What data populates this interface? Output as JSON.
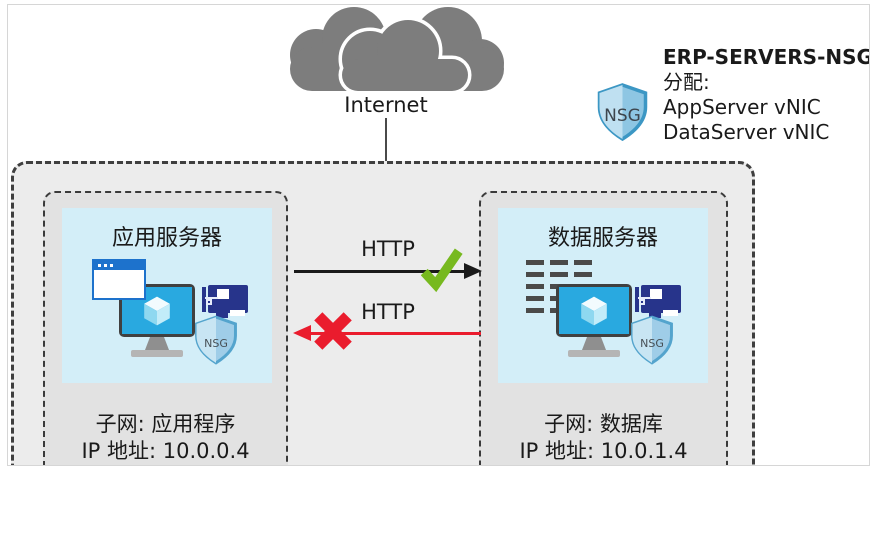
{
  "diagram": {
    "internet_label": "Internet",
    "nsg_callout": {
      "title": "ERP-SERVERS-NSG",
      "assigned_label": "分配:",
      "assignments": [
        "AppServer vNIC",
        "DataServer vNIC"
      ]
    },
    "shield_label": "NSG",
    "vnet": {
      "subnets": [
        {
          "server_title": "应用服务器",
          "subnet_label": "子网: 应用程序",
          "ip_label": "IP 地址: 10.0.0.4"
        },
        {
          "server_title": "数据服务器",
          "subnet_label": "子网: 数据库",
          "ip_label": "IP 地址: 10.0.1.4"
        }
      ]
    },
    "flows": [
      {
        "label": "HTTP",
        "direction": "app-to-data",
        "status": "allowed"
      },
      {
        "label": "HTTP",
        "direction": "data-to-app",
        "status": "denied"
      }
    ],
    "colors": {
      "cloud_gray": "#7d7d7d",
      "allowed_green": "#77b91f",
      "denied_red": "#ea1c2d",
      "vm_screen_blue": "#29a9e0",
      "nic_navy": "#27348b",
      "shield_blue": "#3c97c4",
      "panel_cyan": "#d3eef8"
    }
  }
}
